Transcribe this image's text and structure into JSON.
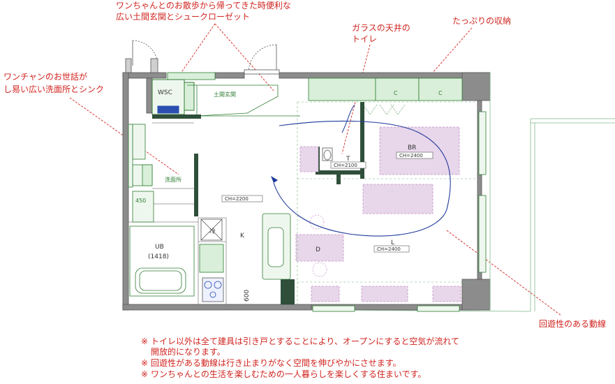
{
  "annotations": {
    "entrance": [
      "ワンちゃんとのお散歩から帰ってきた時便利な",
      "広い土間玄関とシュークローゼット"
    ],
    "toilet": [
      "ガラスの天井の",
      "トイレ"
    ],
    "storage": "たっぷりの収納",
    "washroom": [
      "ワンチャンのお世話が",
      "し易い広い洗面所とシンク"
    ],
    "circulation": "回遊性のある動線"
  },
  "rooms": {
    "wsc": "WSC",
    "doma": "土間玄関",
    "closet_c": "C",
    "toilet_t": "T",
    "toilet_ch": "CH=2100",
    "bedroom": "BR",
    "bedroom_ch": "CH=2400",
    "washroom": "洗面所",
    "hall_ch": "CH=2200",
    "w450": "450",
    "unit_bath": "UB",
    "unit_bath_size": "(1418)",
    "kitchen": "K",
    "fridge": "冷",
    "dining": "D",
    "living": "L",
    "living_ch": "CH=2400",
    "dim600": "600"
  },
  "notes": [
    {
      "mark": "※",
      "text": "トイレ以外は全て建具は引き戸とすることにより、オープンにすると空気が流れて"
    },
    {
      "mark": "",
      "text": "開放的になります。"
    },
    {
      "mark": "※",
      "text": "回遊性がある動線は行き止まりがなく空間を伸びやかにさせます。"
    },
    {
      "mark": "※",
      "text": "ワンちゃんとの生活を楽しむための一人暮らしを楽しくする住まいです。"
    }
  ],
  "colors": {
    "annotation": "#d0241f",
    "wall": "#555555",
    "wall_dark": "#2f4f3a",
    "fixture": "#2e7d32",
    "fixture_fill": "#d9efd9",
    "zone": "#e8d6ea",
    "zone_border": "#c38fc9",
    "flow": "#1f3a9a"
  }
}
